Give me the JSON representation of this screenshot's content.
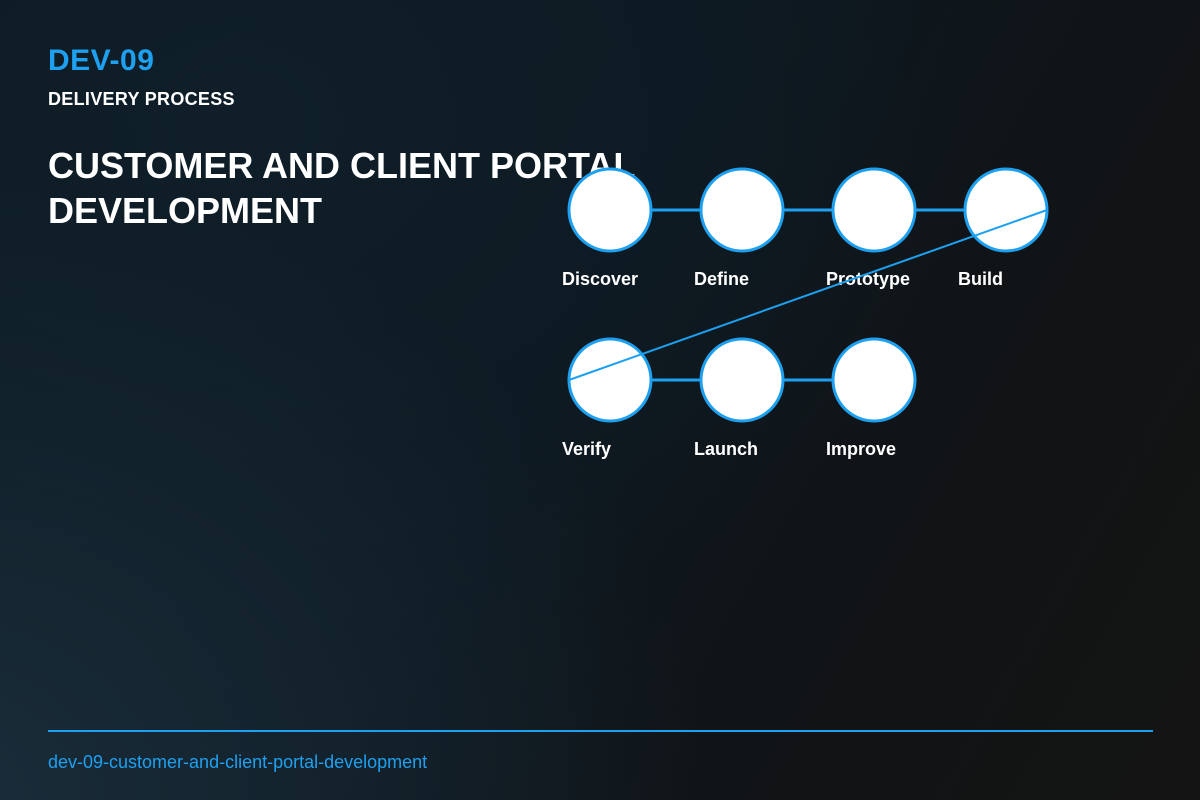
{
  "header": {
    "code": "DEV-09",
    "subtitle": "DELIVERY PROCESS",
    "title": "CUSTOMER AND CLIENT PORTAL DEVELOPMENT"
  },
  "diagram": {
    "steps": [
      {
        "label": "Discover"
      },
      {
        "label": "Define"
      },
      {
        "label": "Prototype"
      },
      {
        "label": "Build"
      },
      {
        "label": "Verify"
      },
      {
        "label": "Launch"
      },
      {
        "label": "Improve"
      }
    ],
    "colors": {
      "accent": "#1ea0f0",
      "node_fill": "#ffffff",
      "label": "#ffffff"
    }
  },
  "footer": {
    "slug": "dev-09-customer-and-client-portal-development"
  }
}
